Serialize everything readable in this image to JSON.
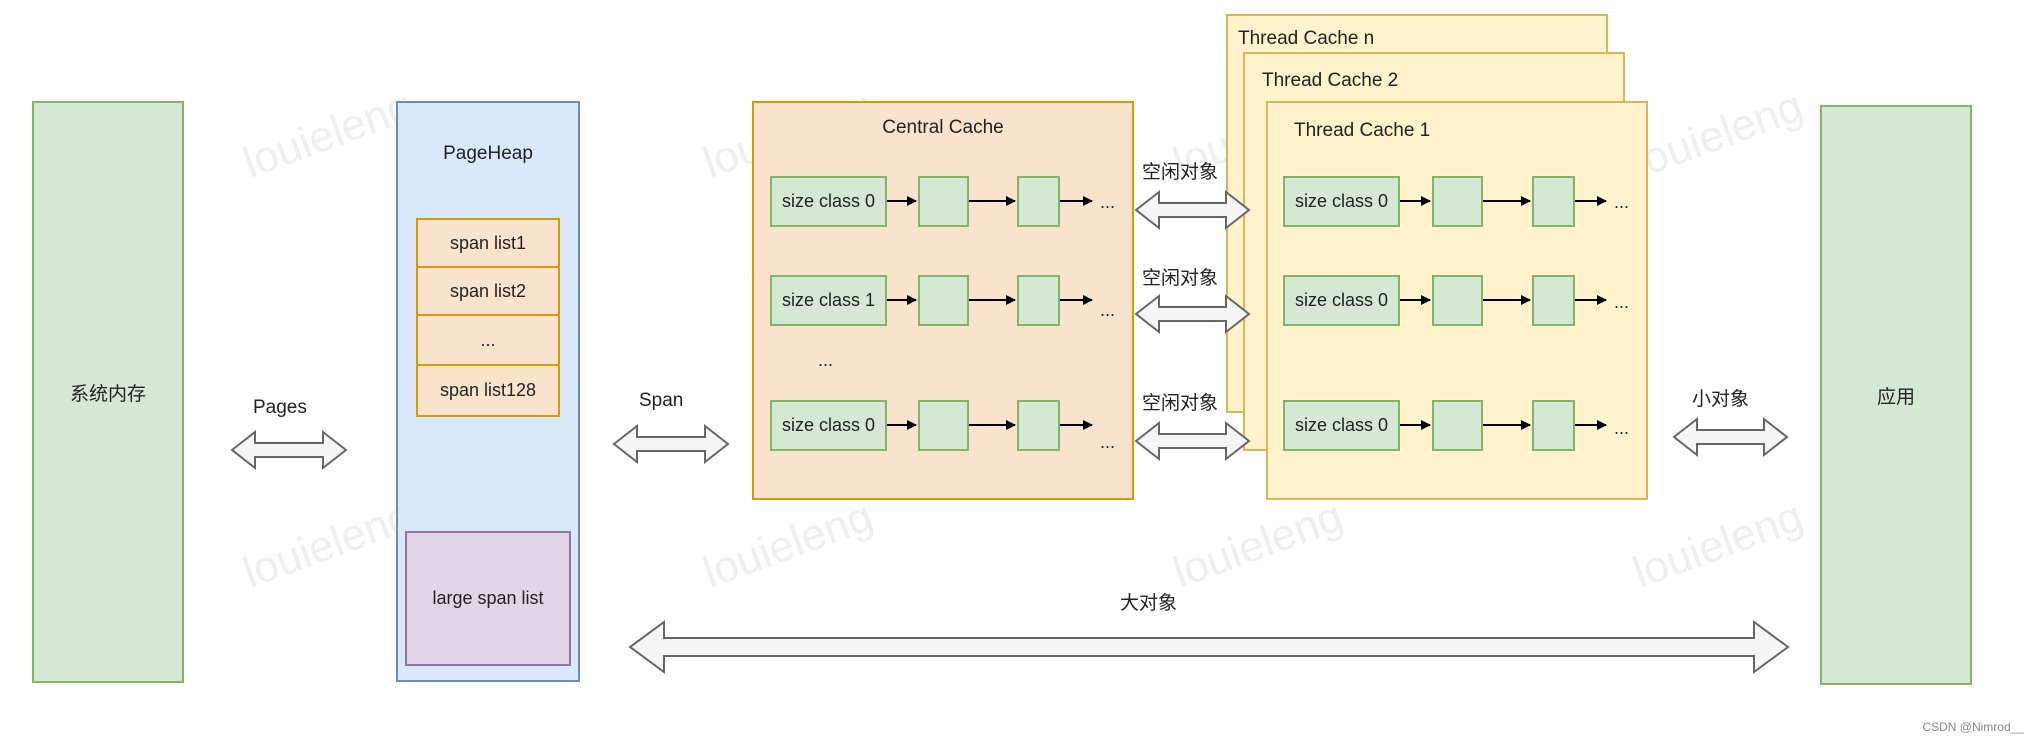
{
  "left_block": {
    "label": "系统内存"
  },
  "right_block": {
    "label": "应用"
  },
  "page_heap": {
    "title": "PageHeap",
    "span_lists": [
      "span list1",
      "span list2",
      "...",
      "span list128"
    ],
    "large_span_list": "large span list"
  },
  "central_cache": {
    "title": "Central Cache",
    "rows": [
      "size class 0",
      "size class 1",
      "size class 0"
    ],
    "ellipsis": "...",
    "row_ellipsis": "..."
  },
  "thread_caches": {
    "back_titles": [
      "Thread Cache n",
      "Thread Cache 2"
    ],
    "front_title": "Thread Cache 1",
    "rows": [
      "size class 0",
      "size class 0",
      "size class 0"
    ],
    "row_ellipsis": "..."
  },
  "arrows": {
    "pages": "Pages",
    "span": "Span",
    "free_object": "空闲对象",
    "small_object": "小对象",
    "large_object": "大对象"
  },
  "watermark": "louieleng",
  "credit": "CSDN @Nimrod__",
  "colors": {
    "green_fill": "#d5e8d4",
    "blue_fill": "#dae8fc",
    "orange_fill": "#fae3cc",
    "yellow_fill": "#fff2cc",
    "purple_fill": "#e1d5e7"
  }
}
